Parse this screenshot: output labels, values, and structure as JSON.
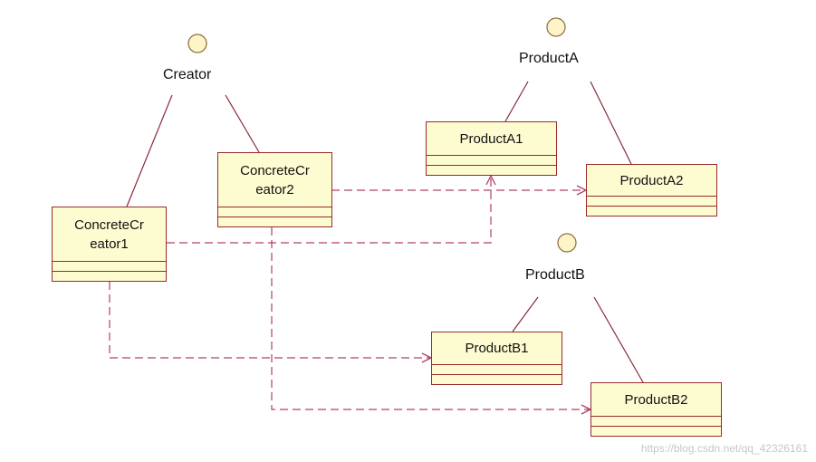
{
  "interfaces": {
    "creator": "Creator",
    "product_a": "ProductA",
    "product_b": "ProductB"
  },
  "classes": {
    "concrete_creator1": "ConcreteCr\neator1",
    "concrete_creator2": "ConcreteCr\neator2",
    "product_a1": "ProductA1",
    "product_a2": "ProductA2",
    "product_b1": "ProductB1",
    "product_b2": "ProductB2"
  },
  "watermark": "https://blog.csdn.net/qq_42326161",
  "colors": {
    "class_fill": "#fdfcd1",
    "class_border": "#9a2a2a",
    "interface_fill": "#fdf5c8",
    "realization_line": "#8a2a3a",
    "dependency_line": "#b0406a"
  }
}
